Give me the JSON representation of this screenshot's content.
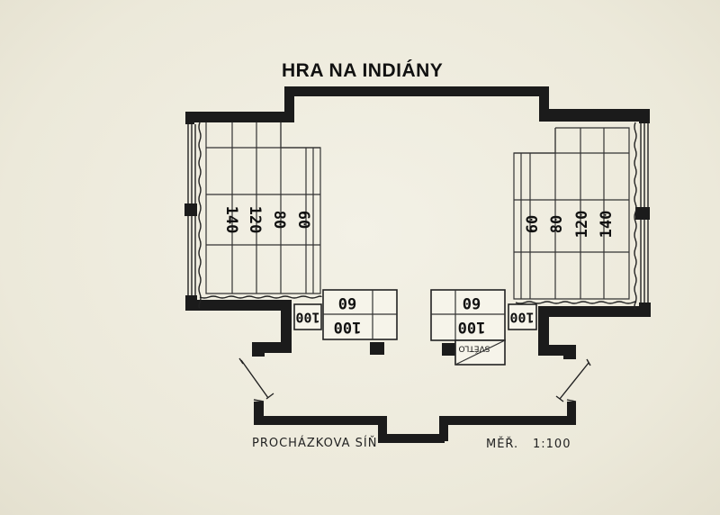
{
  "title": "HRA NA INDIÁNY",
  "left_tiers": [
    "140",
    "120",
    "80",
    "60"
  ],
  "right_tiers": [
    "60",
    "80",
    "120",
    "140"
  ],
  "center_left": {
    "top": "60",
    "bottom": "100"
  },
  "center_right": {
    "top": "60",
    "bottom": "100"
  },
  "side_left_box": "100",
  "side_right_box": "100",
  "light_label": "SVĚTLO",
  "hall_name": "PROCHÁZKOVA SÍŇ",
  "scale_label": "MĚŘ.",
  "scale_value": "1:100"
}
